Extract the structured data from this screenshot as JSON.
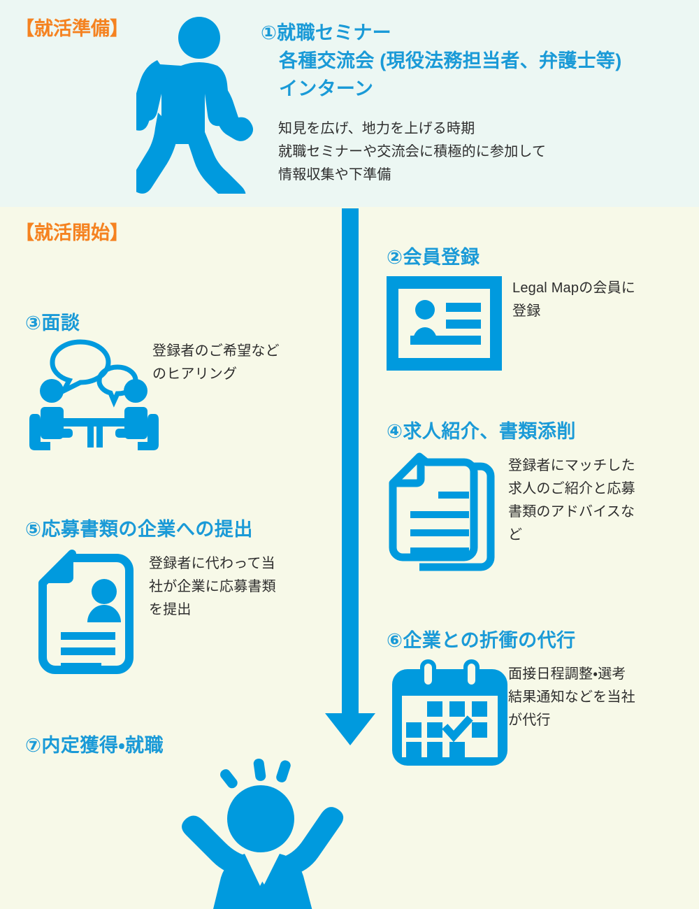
{
  "colors": {
    "brand_blue": "#009ADE",
    "heading_blue": "#1A9AD7",
    "stage_orange": "#F58220",
    "band_top_bg": "#ECF7F3",
    "band_bottom_bg": "#F7F9E8",
    "body_text": "#2D2D2D"
  },
  "stages": {
    "preparation": "【就活準備】",
    "start": "【就活開始】"
  },
  "steps": [
    {
      "id": 1,
      "title_lines": [
        "①就職セミナー",
        "各種交流会 (現役法務担当者、弁護士等)",
        "インターン"
      ],
      "desc_lines": [
        "知見を広げ、地力を上げる時期",
        "就職セミナーや交流会に積極的に参加して",
        "情報収集や下準備"
      ],
      "icon": "walking-person-icon"
    },
    {
      "id": 2,
      "title": "②会員登録",
      "desc_lines": [
        "Legal Mapの会員に",
        "登録"
      ],
      "icon": "id-card-icon"
    },
    {
      "id": 3,
      "title": "③面談",
      "desc_lines": [
        "登録者のご希望など",
        "のヒアリング"
      ],
      "icon": "interview-meeting-icon"
    },
    {
      "id": 4,
      "title": "④求人紹介、書類添削",
      "desc_lines": [
        "登録者にマッチした",
        "求人のご紹介と応募",
        "書類のアドバイスな",
        "ど"
      ],
      "icon": "stacked-documents-icon"
    },
    {
      "id": 5,
      "title": "⑤応募書類の企業への提出",
      "desc_lines": [
        "登録者に代わって当",
        "社が企業に応募書類",
        "を提出"
      ],
      "icon": "resume-document-icon"
    },
    {
      "id": 6,
      "title": "⑥企業との折衝の代行",
      "desc_lines": [
        "面接日程調整・選考",
        "結果通知などを当社",
        "が代行"
      ],
      "icon": "calendar-check-icon"
    },
    {
      "id": 7,
      "title": "⑦内定獲得・就職",
      "desc_lines": [],
      "icon": "celebrating-person-icon"
    }
  ],
  "flow": {
    "arrow": "down-arrow-icon"
  }
}
